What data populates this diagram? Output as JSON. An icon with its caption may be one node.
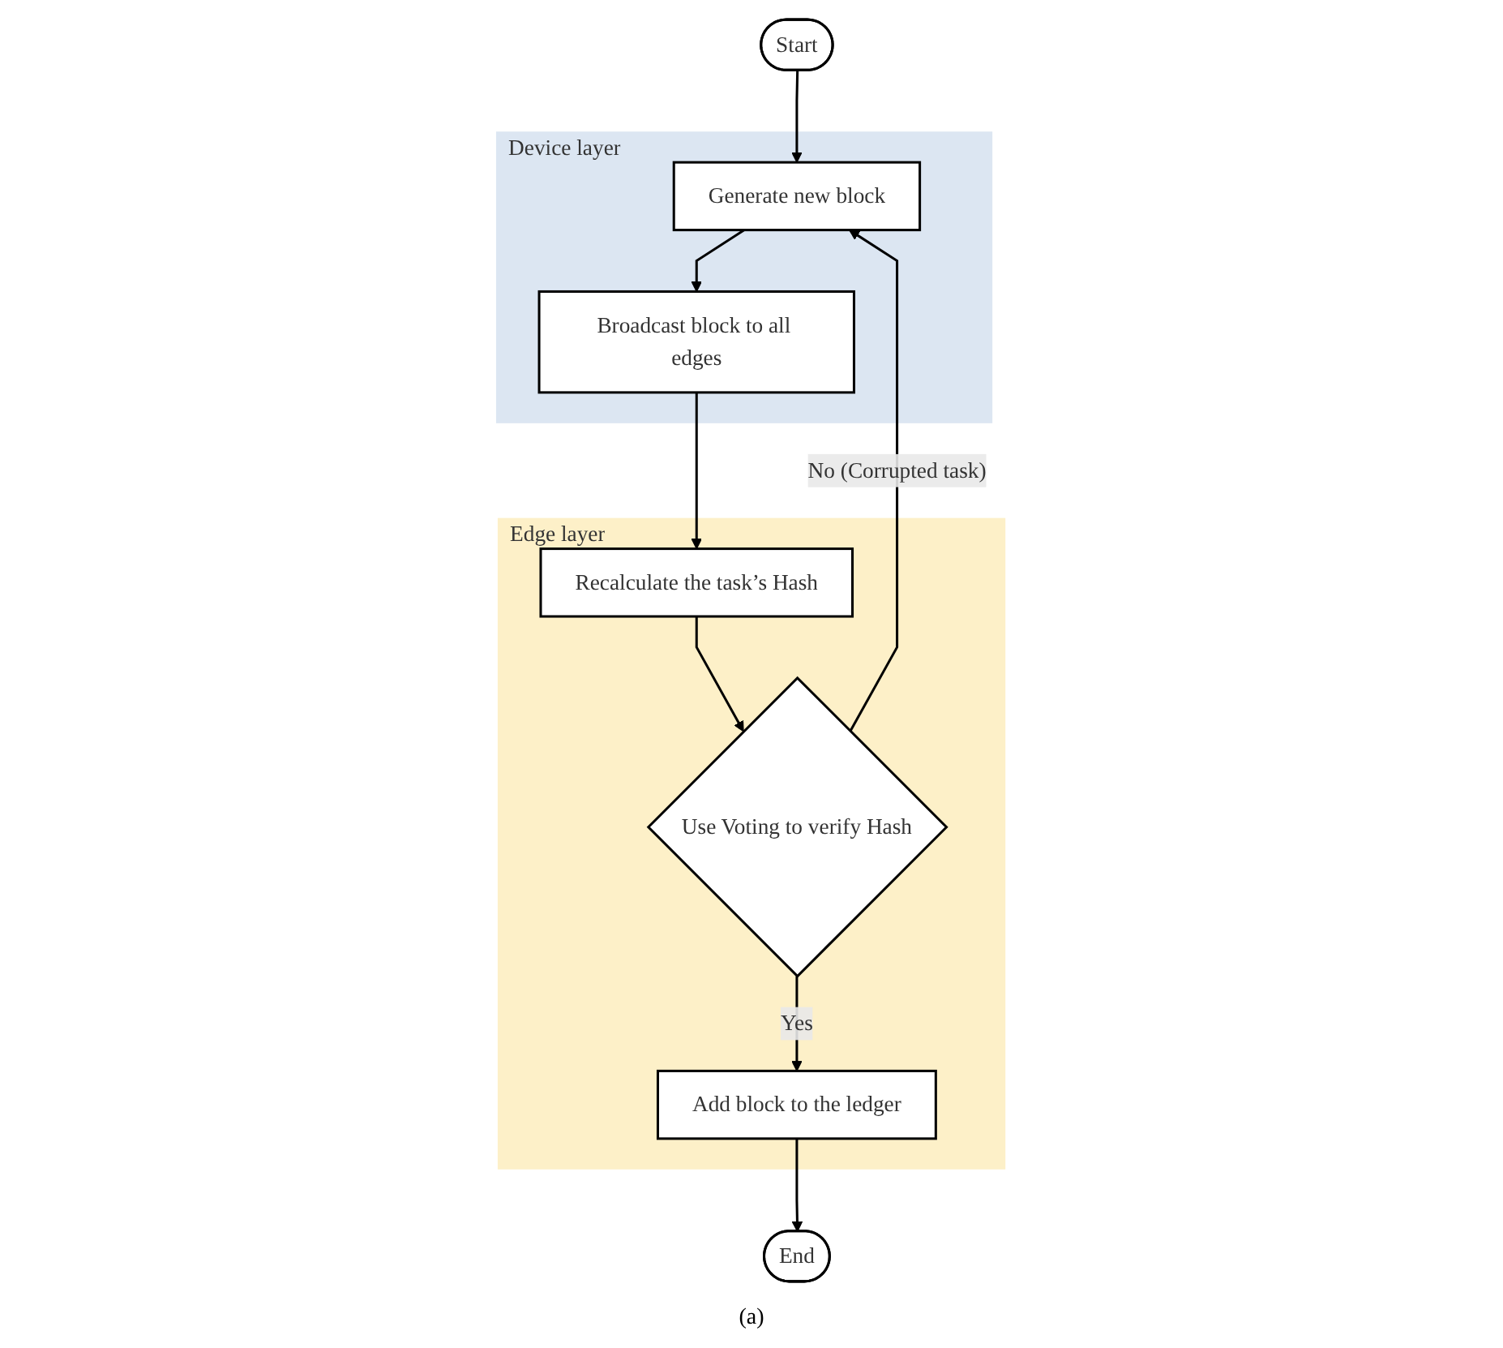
{
  "diagram": {
    "caption": "(a)",
    "nodes": [
      {
        "text": [
          "Start"
        ]
      },
      {
        "text": [
          "Device layer"
        ]
      },
      {
        "text": [
          "Generate new block"
        ],
        "in": 1
      },
      {
        "text": [
          "Broadcast block to all edges"
        ],
        "in": 1
      },
      {
        "text": [
          "Edge layer"
        ]
      },
      {
        "text": [
          "Recalculate the task’s Hash"
        ],
        "in": 4
      },
      {
        "text": [
          "Use Voting to verify Hash"
        ],
        "in": 4
      },
      {
        "text": [
          "Add block to the ledger"
        ],
        "in": 4
      },
      {
        "text": [
          "End"
        ]
      }
    ],
    "edges": [
      {
        "from": 0,
        "to": 2,
        "arrow": "to"
      },
      {
        "from": 2,
        "to": 3,
        "arrow": "to"
      },
      {
        "from": 3,
        "to": 5,
        "arrow": "to"
      },
      {
        "from": 5,
        "to": 6,
        "arrow": "to"
      },
      {
        "from": 6,
        "to": 7,
        "label": "Yes",
        "arrow": "to"
      },
      {
        "from": 6,
        "to": 2,
        "label": "No (Corrupted task)",
        "arrow": "to"
      },
      {
        "from": 7,
        "to": 8,
        "arrow": "to"
      }
    ]
  }
}
